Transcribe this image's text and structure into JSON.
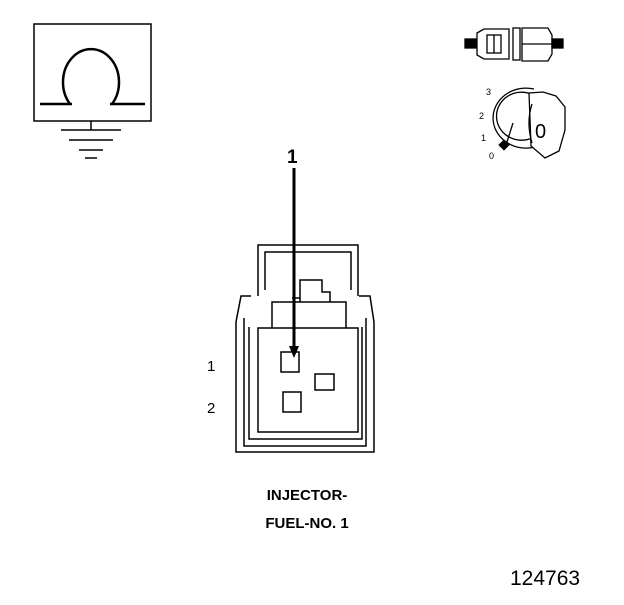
{
  "symbols": {
    "ground_ohm_icon": "ohm-over-ground-icon",
    "connector_icon": "disconnected-connector-icon",
    "ignition_icon": "ignition-key-icon",
    "ignition_positions": [
      "3",
      "2",
      "1",
      "0"
    ],
    "key_face_label": "0"
  },
  "connector": {
    "callout": "1",
    "pin_labels": [
      "1",
      "2"
    ],
    "caption_line1": "INJECTOR-",
    "caption_line2": "FUEL-NO. 1"
  },
  "figure_number": "124763"
}
